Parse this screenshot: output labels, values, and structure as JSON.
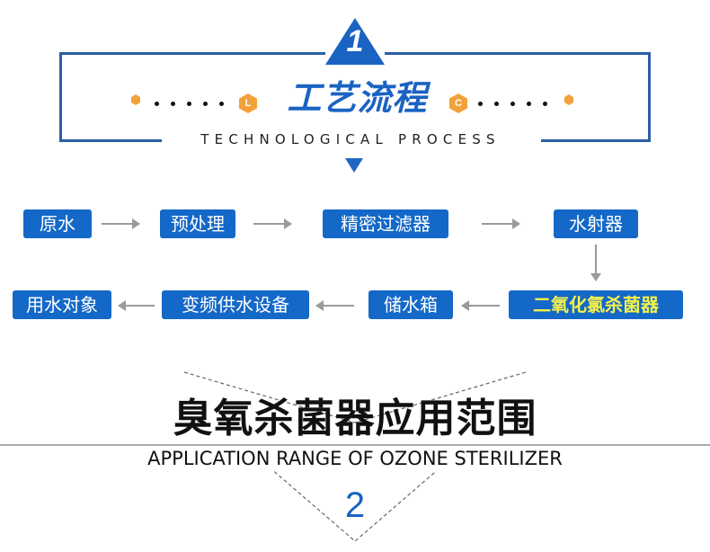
{
  "section1": {
    "number": "1",
    "title_cn": "工艺流程",
    "title_en": "TECHNOLOGICAL PROCESS",
    "badge_left": "L",
    "badge_right": "C"
  },
  "flow": {
    "row1": [
      "原水",
      "预处理",
      "精密过滤器",
      "水射器"
    ],
    "row2": [
      "用水对象",
      "变频供水设备",
      "储水箱",
      "二氧化氯杀菌器"
    ]
  },
  "section2": {
    "title_cn": "臭氧杀菌器应用范围",
    "title_en": "APPLICATION RANGE OF OZONE STERILIZER",
    "number": "2"
  },
  "colors": {
    "primary_blue": "#1468c7",
    "frame_blue": "#2a5ea8",
    "accent_orange": "#f3a13a",
    "highlight_yellow": "#f4f14a",
    "arrow_gray": "#9a9a9a"
  }
}
